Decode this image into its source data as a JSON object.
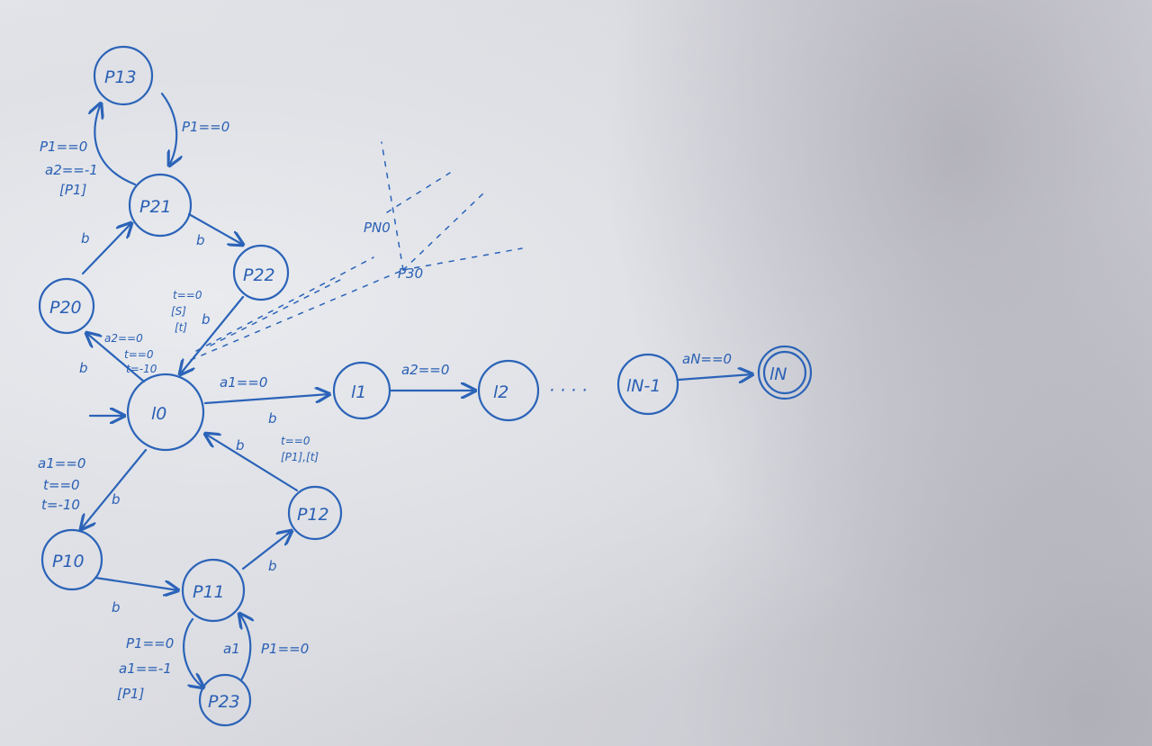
{
  "nodes": {
    "p13": "P13",
    "p21": "P21",
    "p22": "P22",
    "p20": "P20",
    "l0": "l0",
    "l1": "l1",
    "l2": "l2",
    "lN1": "lN-1",
    "lN": "lN",
    "p10": "P10",
    "p11": "P11",
    "p12": "P12",
    "p23b": "P23",
    "pN0": "PN0",
    "p30": "P30"
  },
  "edges": {
    "p13_to_p21": "P1==0",
    "p21_to_p13_a": "P1==0",
    "p21_to_p13_b": "a2==-1",
    "p21_to_p13_c": "[P1]",
    "p20_to_p21": "b",
    "p21_to_p22": "b",
    "p22_to_l0_a": "t==0",
    "p22_to_l0_b": "[S]",
    "p22_to_l0_c": "[t]",
    "p22_to_l0_d": "b",
    "l0_to_p20_a": "a2==0",
    "l0_to_p20_b": "t==0",
    "l0_to_p20_c": "t=-10",
    "l0_to_p20_d": "b",
    "l0_to_l1_a": "a1==0",
    "l0_to_l1_b": "b",
    "l1_to_l2": "a2==0",
    "ellipsis": "· · · ·",
    "lN1_to_lN": "aN==0",
    "p12_to_l0_a": "b",
    "p12_to_l0_b": "t==0",
    "p12_to_l0_c": "[P1],[t]",
    "l0_to_p10_a": "a1==0",
    "l0_to_p10_b": "t==0",
    "l0_to_p10_c": "t=-10",
    "l0_to_p10_d": "b",
    "p10_to_p11": "b",
    "p11_to_p12": "b",
    "p11_to_p13_a": "P1==0",
    "p11_to_p13_b": "a1==-1",
    "p11_to_p13_c": "[P1]",
    "p13_to_p11_a": "a1",
    "p13_to_p11_b": "P1==0"
  },
  "colors": {
    "ink": "#2b63b8",
    "paper": "#e3e4e9"
  }
}
